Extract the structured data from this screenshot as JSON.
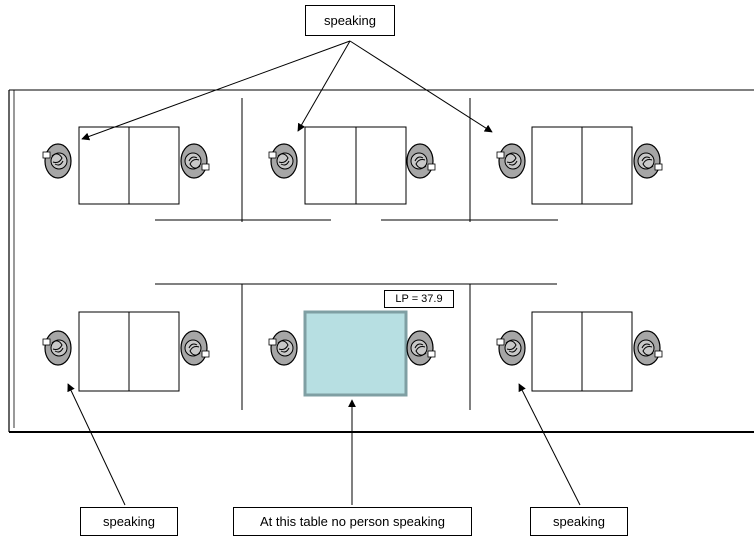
{
  "labels": {
    "top_speaking": "speaking",
    "bottom_left_speaking": "speaking",
    "bottom_center_note": "At this table no person speaking",
    "bottom_right_speaking": "speaking",
    "lp_value": "LP = 37.9"
  },
  "tables": [
    {
      "row": "top",
      "col": "left",
      "speaking": true
    },
    {
      "row": "top",
      "col": "middle",
      "speaking": true
    },
    {
      "row": "top",
      "col": "right",
      "speaking": true
    },
    {
      "row": "bottom",
      "col": "left",
      "speaking": true
    },
    {
      "row": "bottom",
      "col": "middle",
      "speaking": false,
      "highlighted": true
    },
    {
      "row": "bottom",
      "col": "right",
      "speaking": true
    }
  ],
  "colors": {
    "highlight_fill": "#b7dfe2",
    "highlight_stroke": "#7f9fa3",
    "person_fill": "#a6a6a6",
    "line": "#000000"
  }
}
